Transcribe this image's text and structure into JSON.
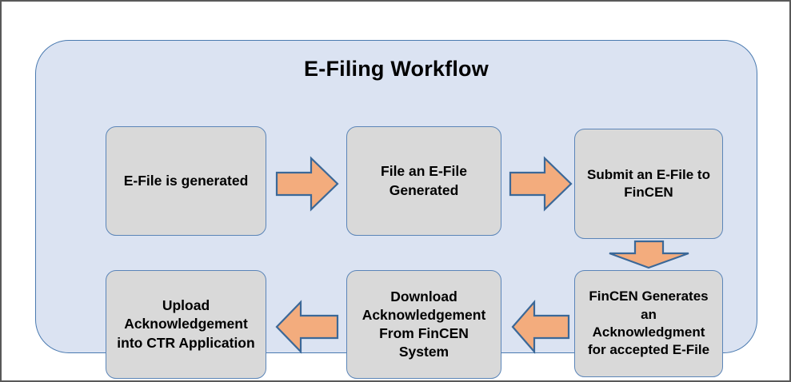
{
  "diagram": {
    "title": "E-Filing Workflow",
    "container_fill": "#dbe3f2",
    "container_border": "#4a7ab0",
    "box_fill": "#d9d9d9",
    "box_border": "#5b85b8",
    "arrow_fill": "#f3ac7d",
    "arrow_border": "#3b6898",
    "page_border": "#595959",
    "steps": [
      {
        "id": "step-1",
        "label": "E-File is generated",
        "row": 1,
        "col": 1
      },
      {
        "id": "step-2",
        "label": "File an E-File Generated",
        "row": 1,
        "col": 2
      },
      {
        "id": "step-3",
        "label": "Submit an E-File to FinCEN",
        "row": 1,
        "col": 3
      },
      {
        "id": "step-4",
        "label": "FinCEN Generates an Acknowledgment for accepted E-File",
        "row": 2,
        "col": 3
      },
      {
        "id": "step-5",
        "label": "Download Acknowledgement From FinCEN System",
        "row": 2,
        "col": 2
      },
      {
        "id": "step-6",
        "label": "Upload Acknowledgement into CTR Application",
        "row": 2,
        "col": 1
      }
    ],
    "connectors": [
      {
        "id": "connector-1",
        "direction": "right",
        "from": "step-1",
        "to": "step-2"
      },
      {
        "id": "connector-2",
        "direction": "right",
        "from": "step-2",
        "to": "step-3"
      },
      {
        "id": "connector-3",
        "direction": "down",
        "from": "step-3",
        "to": "step-4"
      },
      {
        "id": "connector-4",
        "direction": "left",
        "from": "step-4",
        "to": "step-5"
      },
      {
        "id": "connector-5",
        "direction": "left",
        "from": "step-5",
        "to": "step-6"
      }
    ]
  }
}
